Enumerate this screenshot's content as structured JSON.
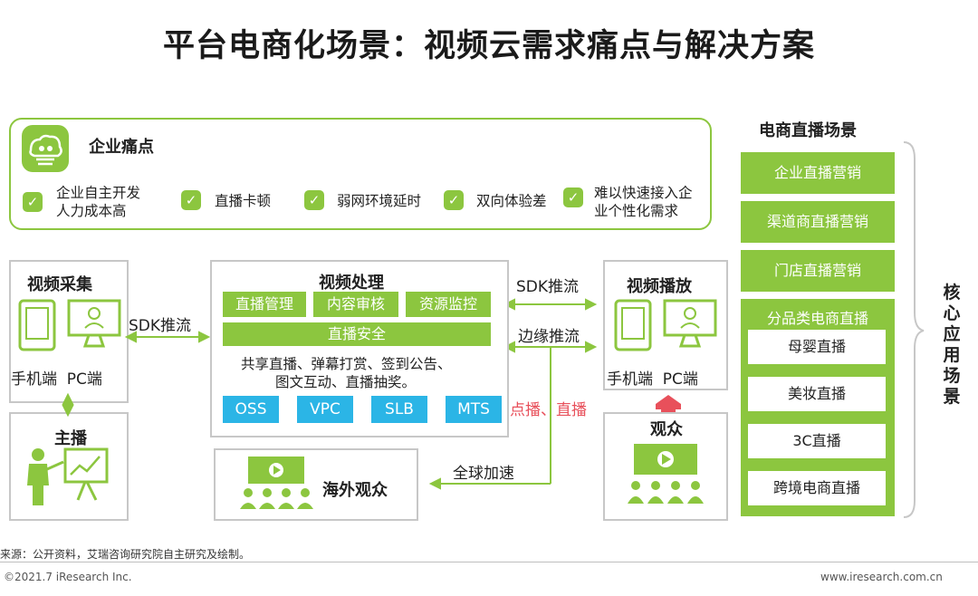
{
  "title": "平台电商化场景：视频云需求痛点与解决方案",
  "pain": {
    "title": "企业痛点",
    "items": [
      [
        "企业自主开发",
        "人力成本高"
      ],
      [
        "直播卡顿"
      ],
      [
        "弱网环境延时"
      ],
      [
        "双向体验差"
      ],
      [
        "难以快速接入企",
        "业个性化需求"
      ]
    ]
  },
  "capture": {
    "title": "视频采集",
    "device_label": "手机端  PC端"
  },
  "anchor": {
    "label": "主播"
  },
  "sdk_push_left": "SDK推流",
  "processing": {
    "title": "视频处理",
    "features": [
      "直播管理",
      "内容审核",
      "资源监控"
    ],
    "security": "直播安全",
    "desc_lines": [
      "共享直播、弹幕打赏、签到公告、",
      "图文互动、直播抽奖。"
    ],
    "services": [
      "OSS",
      "VPC",
      "SLB",
      "MTS"
    ]
  },
  "sdk_push_right": "SDK推流",
  "edge_push": "边缘推流",
  "vod_live": "点播、直播",
  "global_accel": "全球加速",
  "overseas": {
    "label": "海外观众"
  },
  "playback": {
    "title": "视频播放",
    "device_label": "手机端  PC端"
  },
  "audience": {
    "label": "观众"
  },
  "scenes": {
    "title": "电商直播场景",
    "items": [
      "企业直播营销",
      "渠道商直播营销",
      "门店直播营销"
    ],
    "category": {
      "title": "分品类电商直播",
      "items": [
        "母婴直播",
        "美妆直播",
        "3C直播",
        "跨境电商直播"
      ]
    },
    "core_label": [
      "核",
      "心",
      "应",
      "用",
      "场",
      "景"
    ]
  },
  "footer": {
    "source": "来源：公开资料，艾瑞咨询研究院自主研究及绘制。",
    "copyright": "©2021.7 iResearch Inc.",
    "website": "www.iresearch.com.cn"
  },
  "colors": {
    "green": "#8cc63f",
    "blue": "#2bb5e6",
    "red": "#e8505b"
  }
}
